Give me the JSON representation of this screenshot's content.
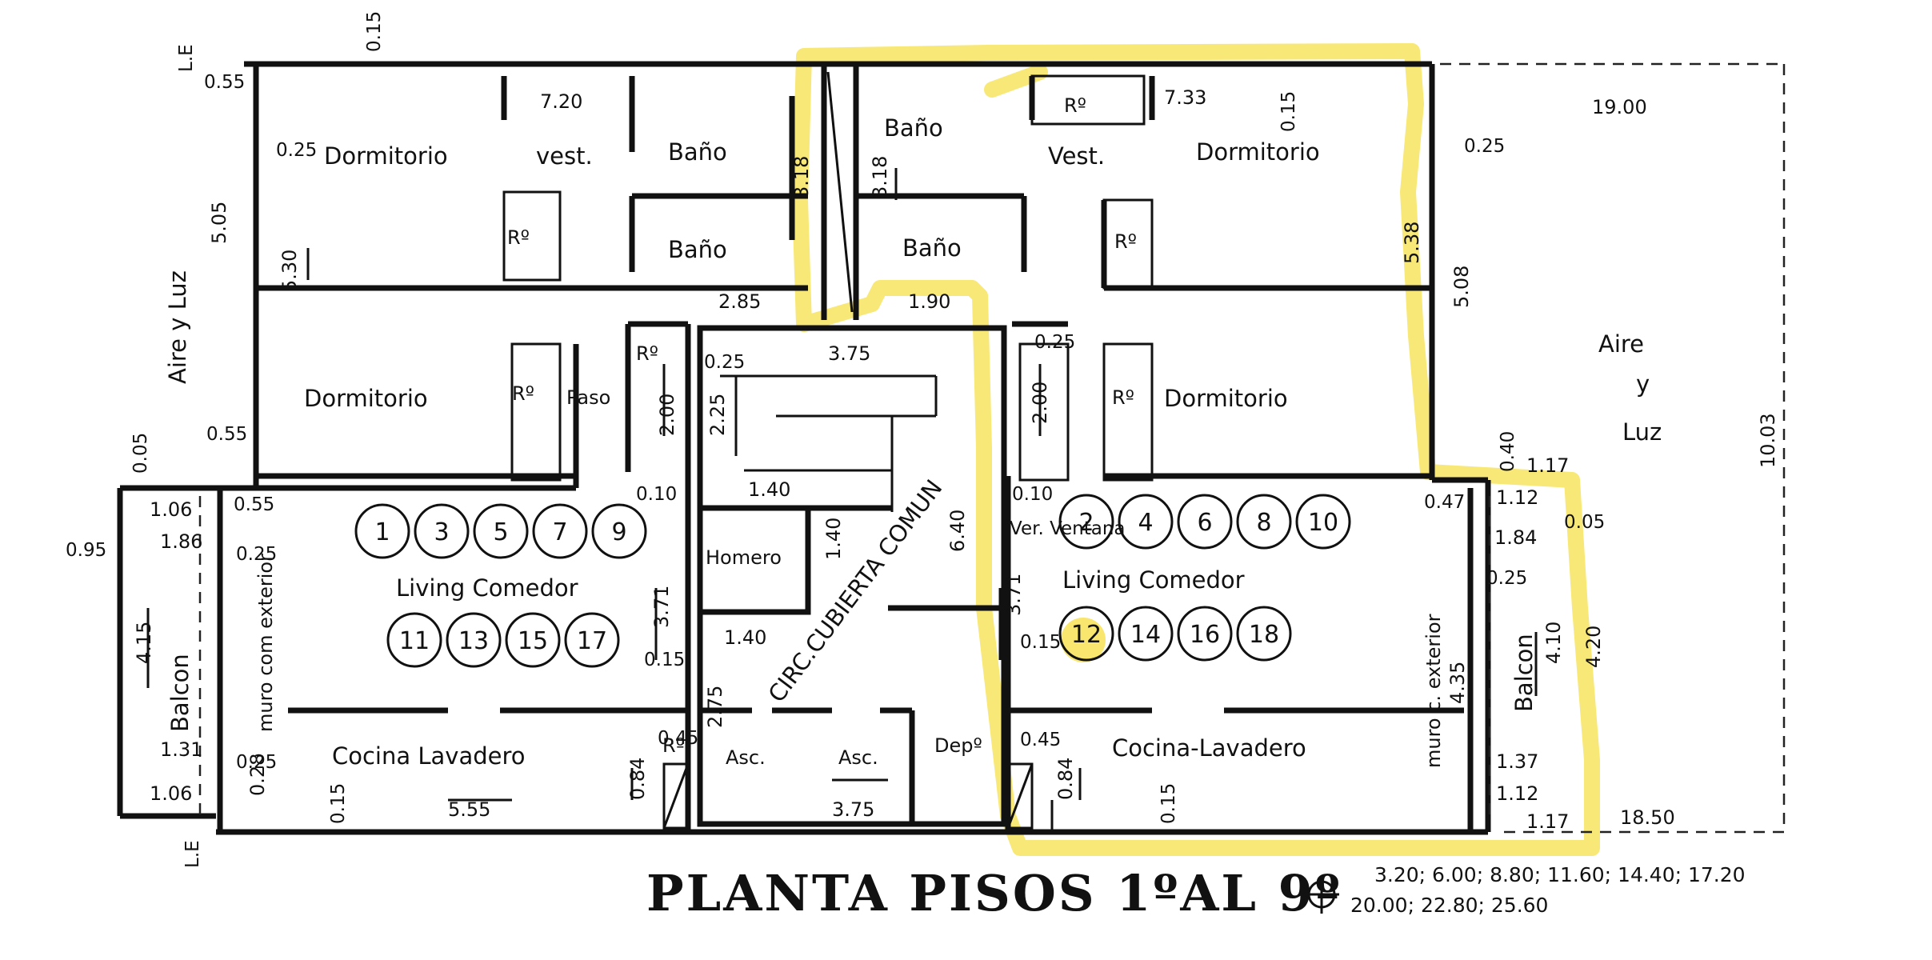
{
  "plan_title": "PLANTA PISOS 1ºAL 9º",
  "levels": {
    "line1": "3.20; 6.00; 8.80; 11.60; 14.40; 17.20",
    "line2": "20.00; 22.80; 25.60"
  },
  "rooms": {
    "dorm_tl": "Dormitorio",
    "vest_l": "vest.",
    "bano_tl": "Baño",
    "bano_ml": "Baño",
    "dorm_ml": "Dormitorio",
    "paso": "Paso",
    "living_l": "Living Comedor",
    "cocina_l": "Cocina  Lavadero",
    "balcon_l": "Balcon",
    "muro_l": "muro com exterior",
    "homero": "Homero",
    "circ": "CIRC.CUBIERTA COMUN",
    "asc1": "Asc.",
    "asc2": "Asc.",
    "dep": "Depº",
    "bano_tr": "Baño",
    "vest_r": "Vest.",
    "dorm_tr": "Dormitorio",
    "bano_mr": "Baño",
    "dorm_mr": "Dormitorio",
    "living_r": "Living Comedor",
    "cocina_r": "Cocina-Lavadero",
    "balcon_r": "Balcon",
    "muro_r": "muro c. exterior",
    "ventana": "Ver. Ventana",
    "aire_left": "Aire y Luz",
    "aire_right": [
      "Aire",
      "y",
      "Luz"
    ],
    "re": "Rº"
  },
  "dims": {
    "d720": "7.20",
    "d733": "7.33",
    "d1900": "19.00",
    "d1850": "18.50",
    "d1003": "10.03",
    "d285": "2.85",
    "d190": "1.90",
    "d375a": "3.75",
    "d375b": "3.75",
    "d140a": "1.40",
    "d140b": "1.40",
    "d140c": "1.40",
    "d555": "5.55",
    "d186": "1.86",
    "d184": "1.84",
    "d131": "1.31",
    "d137": "1.37",
    "d106a": "1.06",
    "d106b": "1.06",
    "d112a": "1.12",
    "d112b": "1.12",
    "d117a": "1.17",
    "d117b": "1.17",
    "d415": "4.15",
    "d410": "4.10",
    "d420": "4.20",
    "d435": "4.35",
    "d371a": "3.71",
    "d371b": "3.71",
    "d640": "6.40",
    "d530": "5.30",
    "d538": "5.38",
    "d505": "5.05",
    "d508": "5.08",
    "d318a": "3.18",
    "d318b": "3.18",
    "d225": "2.25",
    "d200a": "2.00",
    "d200b": "2.00",
    "d275": "2.75",
    "d084a": "0.84",
    "d084b": "0.84",
    "d028": "0.28",
    "d025": "0.25",
    "d015": "0.15",
    "d045": "0.45",
    "d055": "0.55",
    "d010": "0.10",
    "d005": "0.05",
    "d047": "0.47",
    "d095": "0.95",
    "d040": "0.40",
    "le": "L.E"
  },
  "units_row1": [
    "1",
    "3",
    "5",
    "7",
    "9"
  ],
  "units_row2": [
    "11",
    "13",
    "15",
    "17"
  ],
  "units_row3": [
    "2",
    "4",
    "6",
    "8",
    "10"
  ],
  "units_row4": [
    "12",
    "14",
    "16",
    "18"
  ],
  "colors": {
    "highlight": "#f6e04a",
    "ink": "#111111"
  }
}
